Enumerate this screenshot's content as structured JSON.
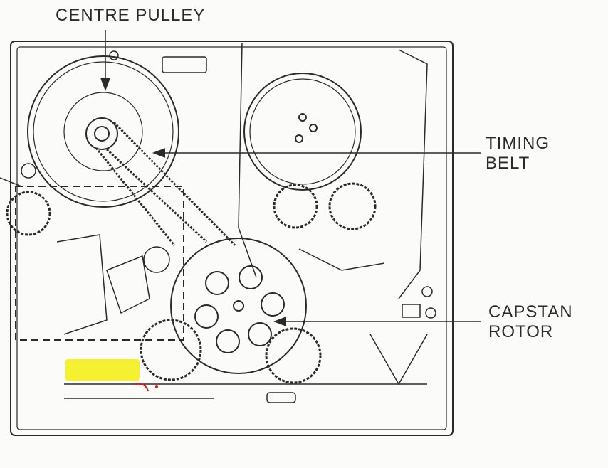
{
  "labels": {
    "centre_pulley": "CENTRE PULLEY",
    "timing_belt_1": "TIMING",
    "timing_belt_2": "BELT",
    "capstan_rotor_1": "CAPSTAN",
    "capstan_rotor_2": "ROTOR"
  },
  "colors": {
    "ink": "#2a2a2a",
    "highlight": "#f5ee1c",
    "marker": "#d81a1a",
    "paper": "#fbfbf9"
  }
}
